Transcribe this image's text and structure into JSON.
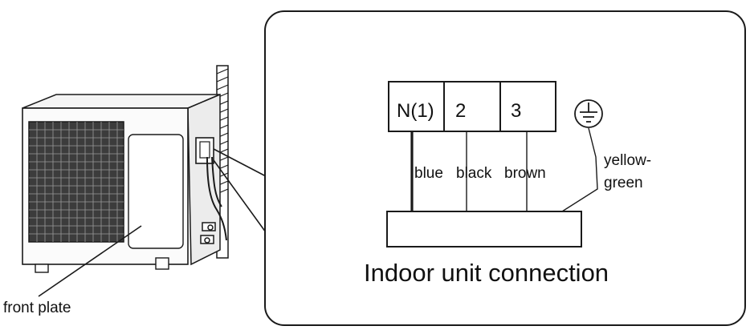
{
  "terminals": [
    "N(1)",
    "2",
    "3"
  ],
  "wire_colors": [
    "blue",
    "black",
    "brown"
  ],
  "ground_wire_label": [
    "yellow-",
    "green"
  ],
  "caption": "Indoor unit connection",
  "callout_label": "front plate",
  "ground_symbol": "earth-ground-icon"
}
